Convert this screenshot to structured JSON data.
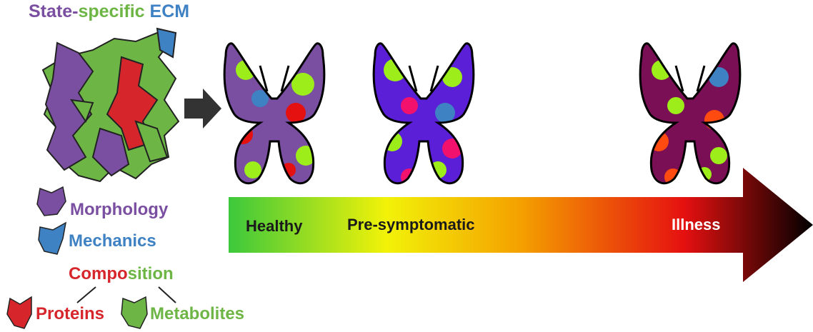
{
  "title": {
    "state": "State-",
    "specific": "specific",
    "ecm": "ECM"
  },
  "legend": {
    "morphology": "Morphology",
    "mechanics": "Mechanics",
    "composition_a": "Compo",
    "composition_b": "sition",
    "proteins": "Proteins",
    "metabolites": "Metabolites"
  },
  "timeline": {
    "stages": [
      "Healthy",
      "Pre-symptomatic",
      "Illness"
    ],
    "gradient": [
      "#3cc83c",
      "#f2f208",
      "#f4a000",
      "#e51010",
      "#000000"
    ]
  },
  "colors": {
    "purple": "#7a4fa1",
    "blue": "#3f82c4",
    "green": "#6db545",
    "red": "#d6262c",
    "violet": "#5a1fd6",
    "maroon": "#7a0f55",
    "lime": "#9ded1a",
    "pink": "#f2126e"
  }
}
